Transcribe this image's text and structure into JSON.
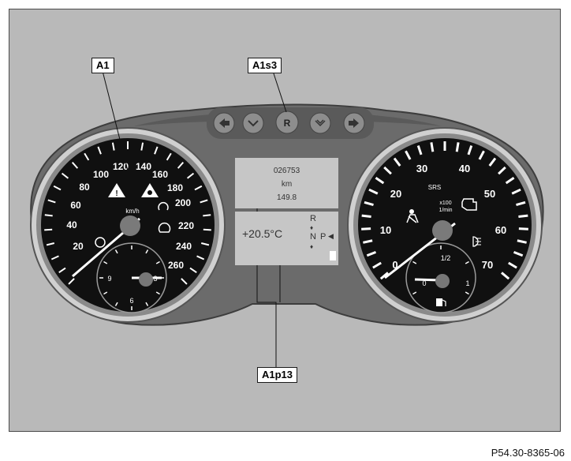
{
  "callouts": {
    "a1": "A1",
    "a1s3": "A1s3",
    "a1p13": "A1p13"
  },
  "reference_code": "P54.30-8365-06",
  "speedometer": {
    "unit": "km/h",
    "marks": [
      "20",
      "40",
      "60",
      "80",
      "100",
      "120",
      "140",
      "160",
      "180",
      "200",
      "220",
      "240",
      "260"
    ],
    "small_dial_marks": [
      "3",
      "6",
      "9"
    ]
  },
  "tachometer": {
    "label_srs": "SRS",
    "unit_top": "x100",
    "unit_bottom": "1/min",
    "marks": [
      "0",
      "10",
      "20",
      "30",
      "40",
      "50",
      "60",
      "70"
    ],
    "fuel_marks": [
      "0",
      "1/2",
      "1"
    ]
  },
  "display": {
    "odometer": "026753",
    "unit": "km",
    "trip": "149.8",
    "temperature": "+20.5°C",
    "gear_r": "R",
    "gear_n": "N",
    "gear_p": "P"
  },
  "colors": {
    "background": "#b9b9b9",
    "cluster": "#6a6a6a",
    "dial": "#0f0f0f",
    "display": "#c6c6c6"
  }
}
